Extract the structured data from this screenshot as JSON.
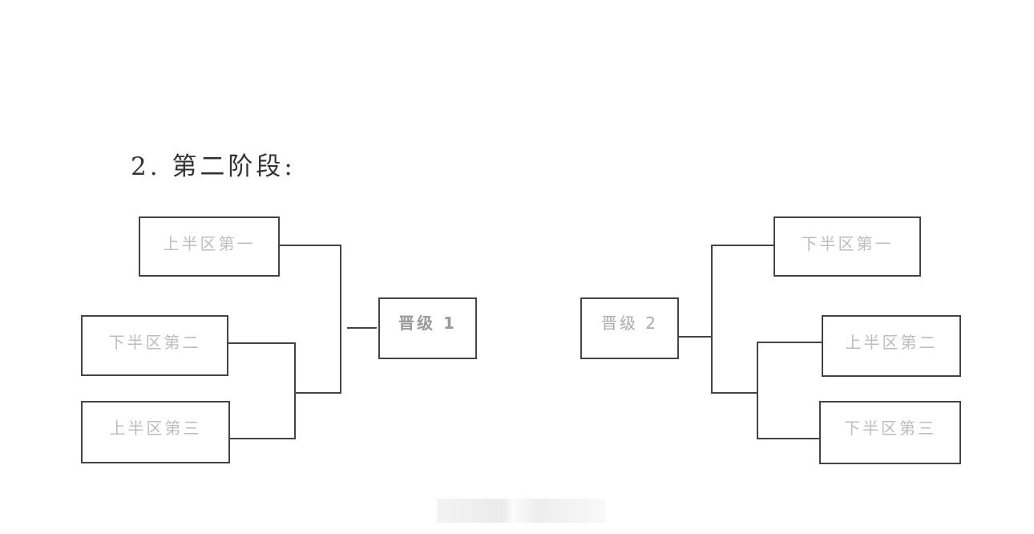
{
  "heading": {
    "number": "2.",
    "title": "第二阶段:"
  },
  "left_bracket": {
    "seeds": [
      "上半区第一",
      "下半区第二",
      "上半区第三"
    ],
    "result": "晋级 1"
  },
  "right_bracket": {
    "seeds": [
      "下半区第一",
      "上半区第二",
      "下半区第三"
    ],
    "result": "晋级 2"
  }
}
